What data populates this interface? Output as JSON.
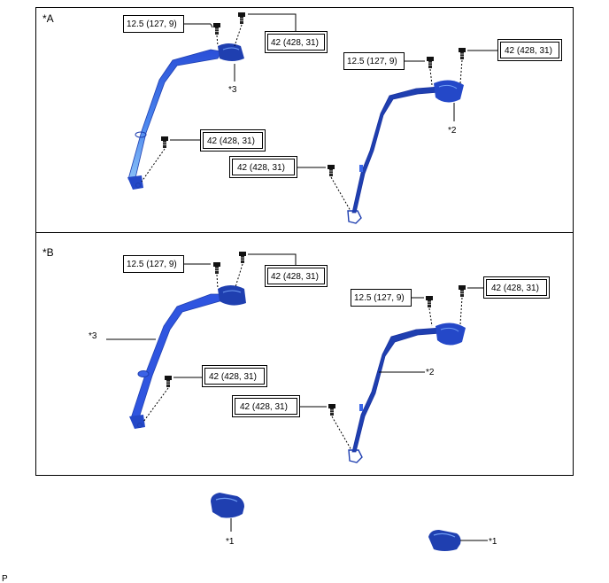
{
  "panels": [
    {
      "view_label": "*A",
      "callouts": {
        "top_left_small": "12.5 (127, 9)",
        "top_left_large": "42 (428, 31)",
        "lower_anchor": "42 (428, 31)",
        "right_small": "12.5 (127, 9)",
        "right_large": "42 (428, 31)",
        "right_anchor": "42 (428, 31)"
      },
      "parts": {
        "left_belt": "*3",
        "right_belt": "*2"
      }
    },
    {
      "view_label": "*B",
      "callouts": {
        "top_left_small": "12.5 (127, 9)",
        "top_left_large": "42 (428, 31)",
        "lower_anchor": "42 (428, 31)",
        "right_small": "12.5 (127, 9)",
        "right_large": "42 (428, 31)",
        "right_anchor": "42 (428, 31)"
      },
      "parts": {
        "left_belt": "*3",
        "right_belt": "*2"
      }
    }
  ],
  "bottom_parts": {
    "left": "*1",
    "right": "*1"
  },
  "footer_mark": "P",
  "colors": {
    "belt_dark": "#1f3fb0",
    "belt_mid": "#2f55e0",
    "belt_light": "#7fb4f5",
    "line": "#000000"
  }
}
